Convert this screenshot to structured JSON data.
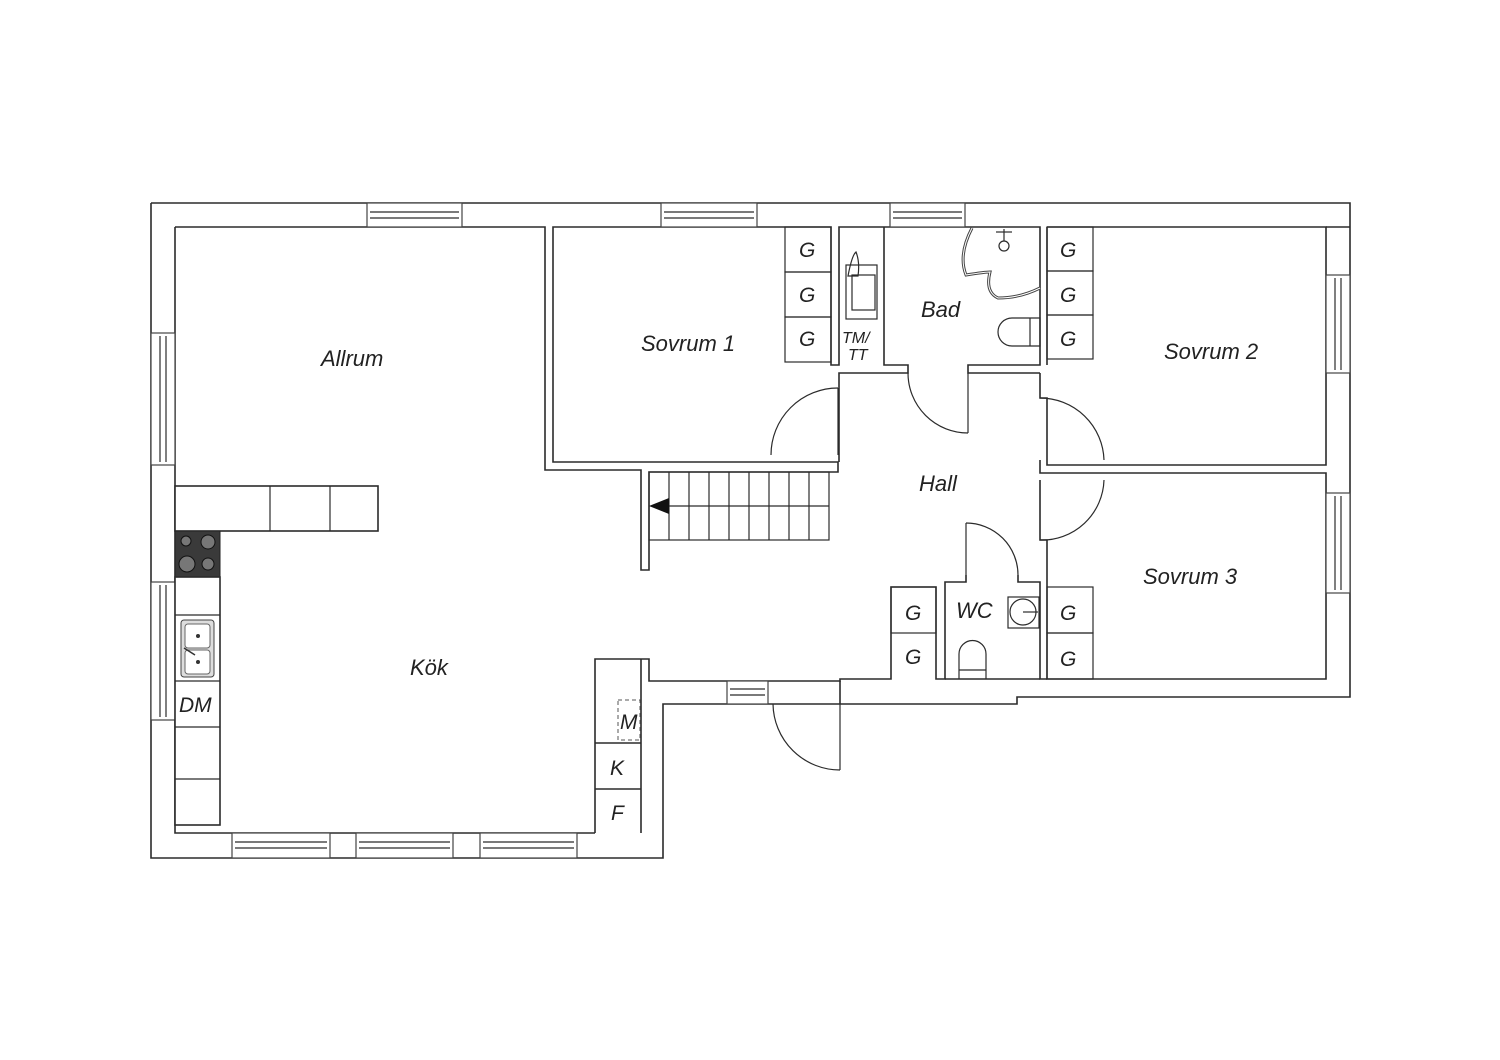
{
  "rooms": {
    "allrum": "Allrum",
    "kok": "Kök",
    "sovrum1": "Sovrum 1",
    "sovrum2": "Sovrum 2",
    "sovrum3": "Sovrum 3",
    "bad": "Bad",
    "hall": "Hall",
    "wc": "WC"
  },
  "fixtures": {
    "closet": "G",
    "tm_line1": "TM/",
    "tm_line2": "TT",
    "dishwasher": "DM",
    "microwave": "M",
    "fridge": "K",
    "freezer": "F"
  }
}
